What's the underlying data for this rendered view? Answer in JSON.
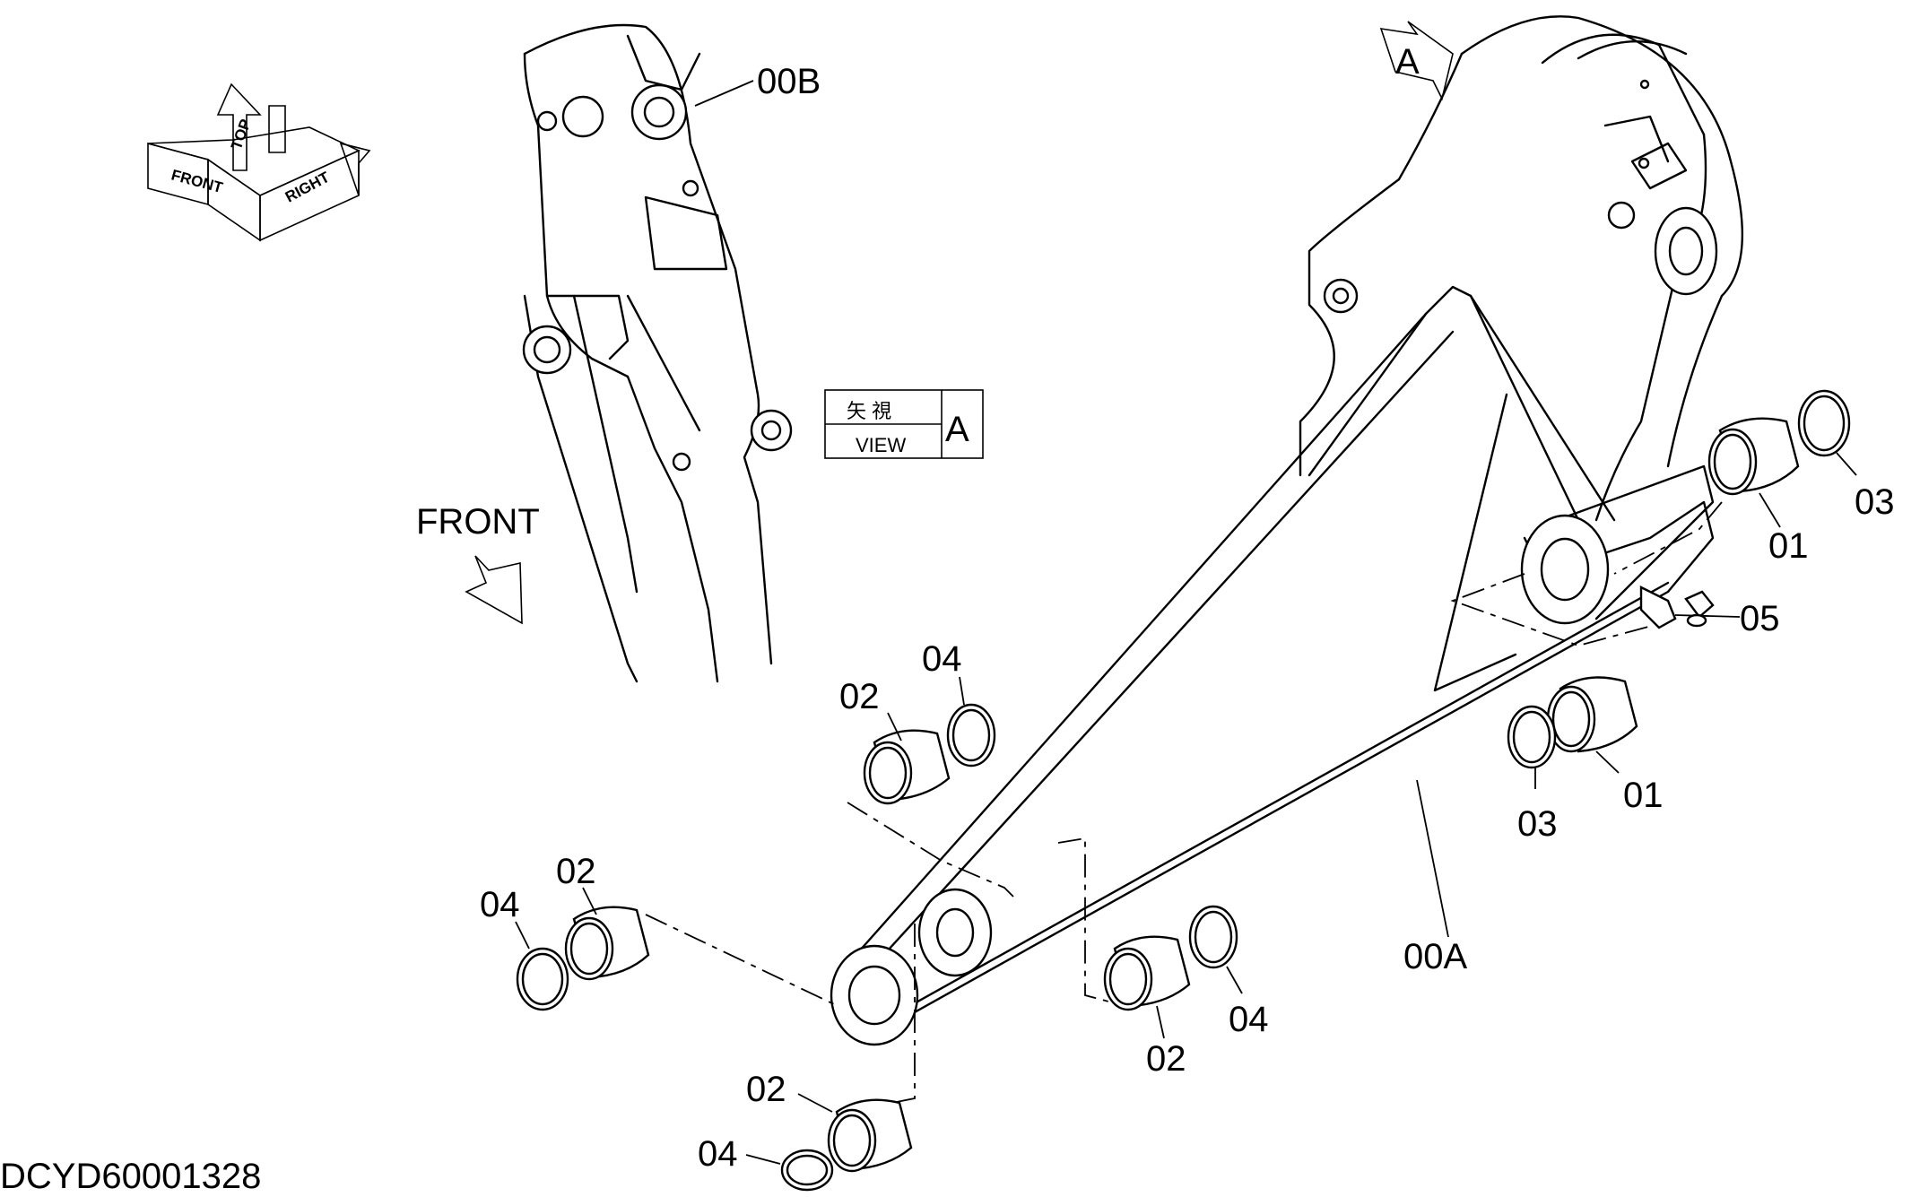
{
  "labels": {
    "part_00B": "00B",
    "part_00A": "00A",
    "part_01_a": "01",
    "part_01_b": "01",
    "part_02_a": "02",
    "part_02_b": "02",
    "part_02_c": "02",
    "part_02_d": "02",
    "part_03_a": "03",
    "part_03_b": "03",
    "part_04_a": "04",
    "part_04_b": "04",
    "part_04_c": "04",
    "part_04_d": "04",
    "part_05": "05"
  },
  "view_box": {
    "jp": "矢 視",
    "en": "VIEW",
    "letter": "A"
  },
  "view_arrow_letter": "A",
  "front_label": "FRONT",
  "orientation": {
    "front": "FRONT",
    "top": "TOP",
    "right": "RIGHT"
  },
  "drawing_code": "DCYD60001328"
}
